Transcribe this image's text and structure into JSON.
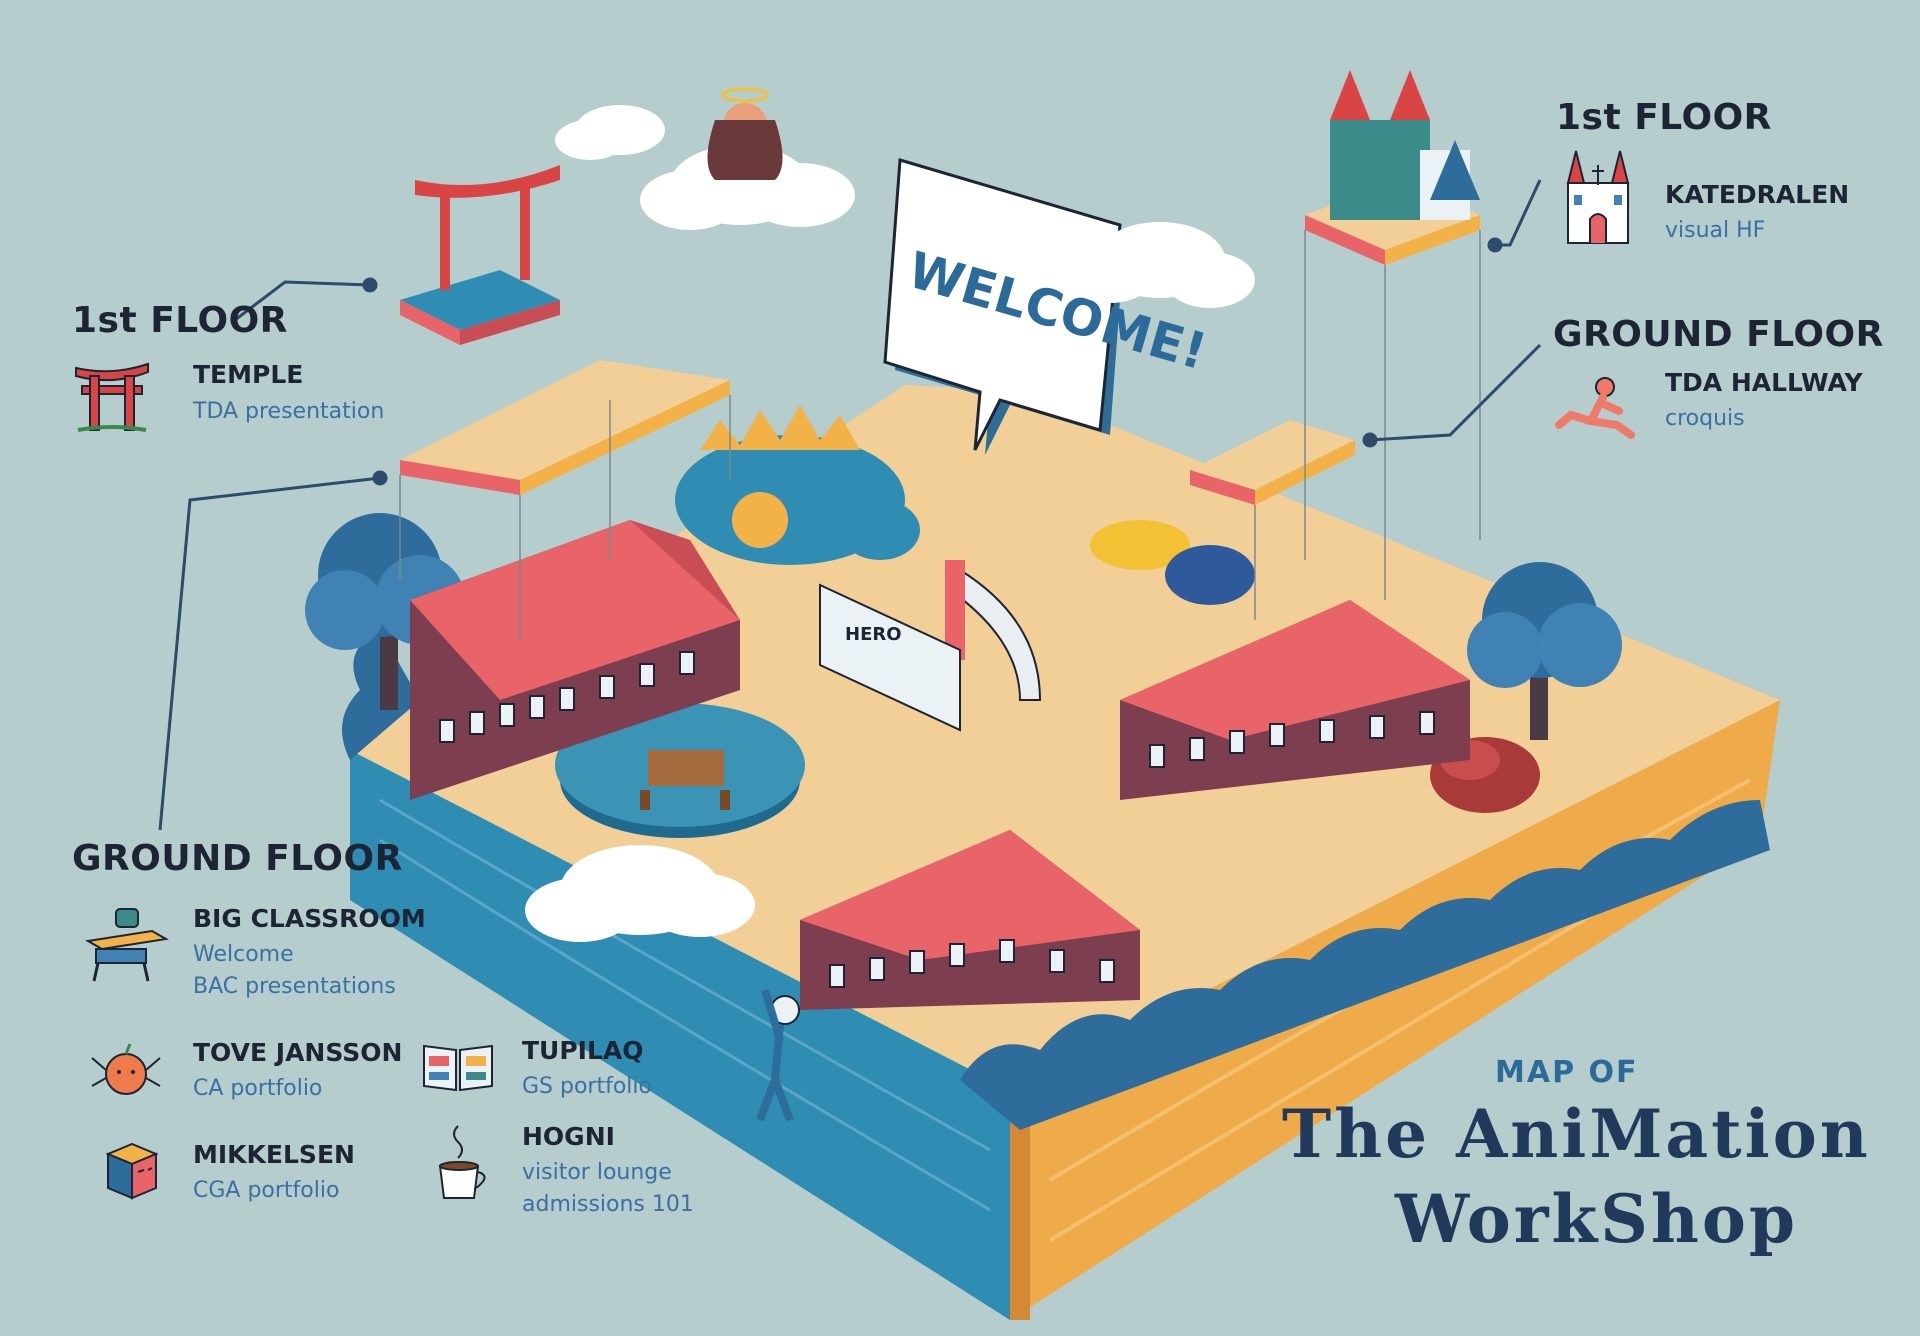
{
  "welcome_sign": "WELCOME!",
  "mural_text": "HERO",
  "title": {
    "line1": "MAP OF",
    "line2": "The AniMation",
    "line3": "WorkShop"
  },
  "legend": {
    "left_first_floor": {
      "heading": "1st FLOOR",
      "items": [
        {
          "name": "TEMPLE",
          "sub": "TDA presentation",
          "icon": "torii-gate-icon"
        }
      ]
    },
    "left_ground_floor": {
      "heading": "GROUND FLOOR",
      "items": [
        {
          "name": "BIG CLASSROOM",
          "sub1": "Welcome",
          "sub2": "BAC presentations",
          "icon": "school-desk-icon"
        },
        {
          "name": "TOVE JANSSON",
          "sub": "CA portfolio",
          "icon": "orange-creature-icon"
        },
        {
          "name": "MIKKELSEN",
          "sub": "CGA portfolio",
          "icon": "angry-cube-icon"
        },
        {
          "name": "TUPILAQ",
          "sub": "GS portfolio",
          "icon": "open-book-icon"
        },
        {
          "name": "HOGNI",
          "sub1": "visitor lounge",
          "sub2": "admissions 101",
          "icon": "coffee-cup-icon"
        }
      ]
    },
    "right_first_floor": {
      "heading": "1st FLOOR",
      "items": [
        {
          "name": "KATEDRALEN",
          "sub": "visual HF",
          "icon": "cathedral-icon"
        }
      ]
    },
    "right_ground_floor": {
      "heading": "GROUND FLOOR",
      "items": [
        {
          "name": "TDA HALLWAY",
          "sub": "croquis",
          "icon": "reclining-figure-icon"
        }
      ]
    }
  },
  "colors": {
    "background": "#b5cdcc",
    "ground": "#f2cf96",
    "roof": "#e86468",
    "wall": "#7d3f4f",
    "water": "#2f8cb3",
    "hedge": "#2e6c9c",
    "accent_blue": "#3b6fa5",
    "ink": "#1d2433",
    "cloud": "#ffffff"
  }
}
